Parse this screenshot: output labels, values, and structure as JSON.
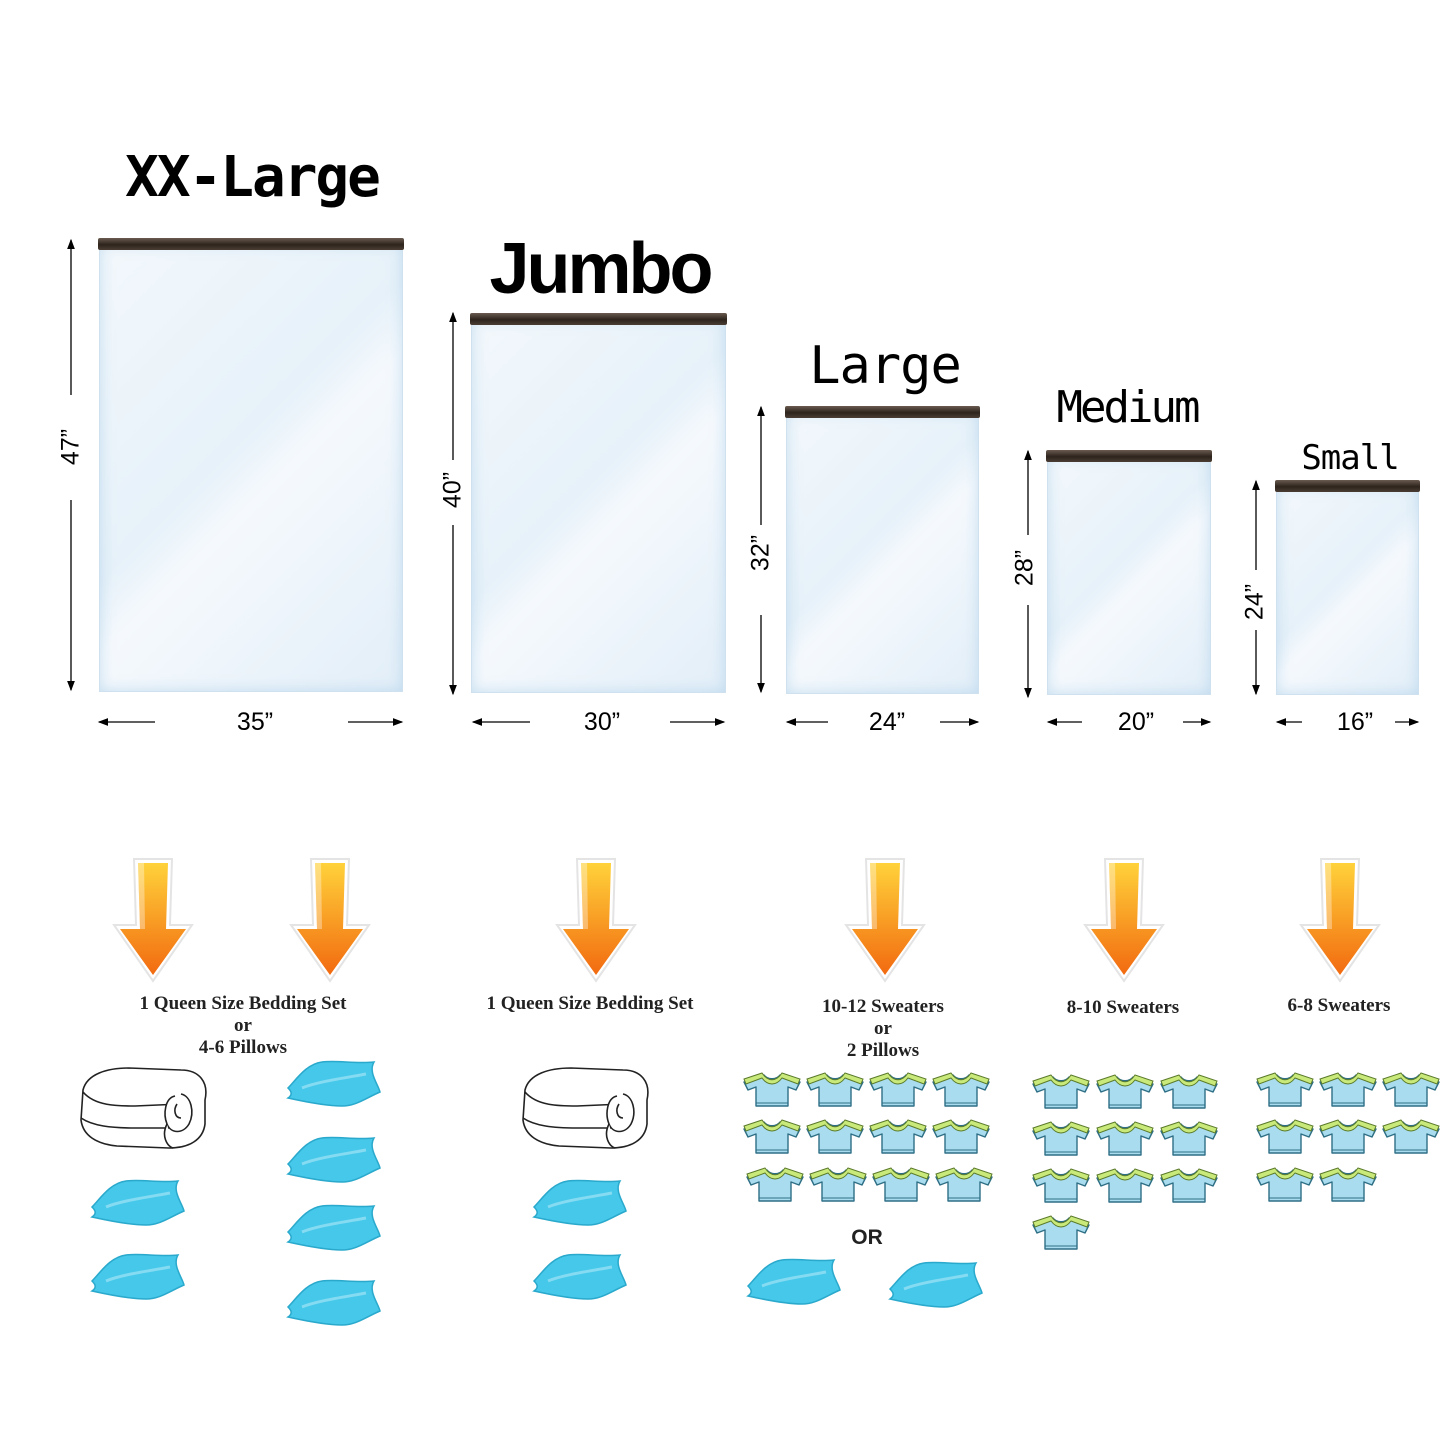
{
  "bags": [
    {
      "name": "XX-Large",
      "width": "35”",
      "height": "47”"
    },
    {
      "name": "Jumbo",
      "width": "30”",
      "height": "40”"
    },
    {
      "name": "Large",
      "width": "24”",
      "height": "32”"
    },
    {
      "name": "Medium",
      "width": "20”",
      "height": "28”"
    },
    {
      "name": "Small",
      "width": "16”",
      "height": "24”"
    }
  ],
  "capacity": [
    {
      "line1": "1 Queen Size Bedding Set",
      "line2": "or",
      "line3": "4-6 Pillows"
    },
    {
      "line1": "1 Queen Size Bedding Set"
    },
    {
      "line1": "10-12 Sweaters",
      "line2": "or",
      "line3": "2 Pillows"
    },
    {
      "line1": "8-10 Sweaters"
    },
    {
      "line1": "6-8 Sweaters"
    }
  ],
  "or_label": "OR",
  "colors": {
    "arrow_top": "#ffd23a",
    "arrow_bottom": "#f26a10",
    "pillow": "#45c8ea",
    "sweater_body": "#a8dcee",
    "sweater_collar": "#c9e97a",
    "zipper": "#3a2f27"
  },
  "icons": {
    "arrow": "down-arrow-icon",
    "pillow": "pillow-icon",
    "sweater": "sweater-icon",
    "bedding": "folded-comforter-icon"
  }
}
